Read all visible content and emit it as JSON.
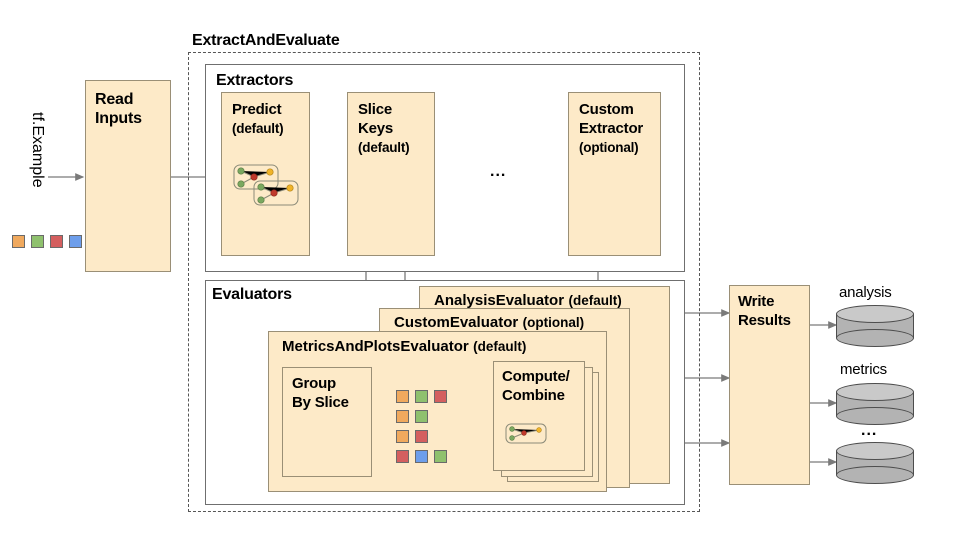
{
  "diagram": {
    "title_outer": "ExtractAndEvaluate",
    "input_label": "tf.Example",
    "colors": {
      "node_fill": "#fdeac8",
      "node_stroke": "#9a8f76",
      "plain_stroke": "#6f6f6f",
      "dashed_stroke": "#565656",
      "arrow": "#7a7a7a",
      "chip_orange": "#f0a95e",
      "chip_green": "#8fc16e",
      "chip_red": "#d45f5f",
      "chip_blue": "#6d9eeb",
      "cylinder": "#b3b3b3"
    }
  },
  "read_inputs": {
    "line1": "Read",
    "line2": "Inputs"
  },
  "extractors": {
    "section_label": "Extractors",
    "nodes": [
      {
        "line1": "Predict",
        "line2": "",
        "qualifier": "(default)"
      },
      {
        "line1": "Slice",
        "line2": "Keys",
        "qualifier": "(default)"
      },
      {
        "line1": "Custom",
        "line2": "Extractor",
        "qualifier": "(optional)"
      }
    ],
    "ellipsis": "..."
  },
  "evaluators": {
    "section_label": "Evaluators",
    "stack": [
      {
        "name": "AnalysisEvaluator",
        "qualifier": "(default)"
      },
      {
        "name": "CustomEvaluator",
        "qualifier": "(optional)"
      },
      {
        "name": "MetricsAndPlotsEvaluator",
        "qualifier": "(default)"
      }
    ],
    "group_by_slice": {
      "line1": "Group",
      "line2": "By Slice"
    },
    "compute_combine": {
      "line1": "Compute/",
      "line2": "Combine"
    },
    "slice_chip_rows": [
      [
        "orange",
        "green",
        "red"
      ],
      [
        "orange",
        "green"
      ],
      [
        "orange",
        "red"
      ],
      [
        "red",
        "blue",
        "green"
      ]
    ]
  },
  "write_results": {
    "line1": "Write",
    "line2": "Results"
  },
  "outputs": [
    {
      "label": "analysis"
    },
    {
      "label": "metrics"
    },
    {
      "label": "..."
    }
  ],
  "input_chips": [
    "orange",
    "green",
    "red",
    "blue"
  ]
}
